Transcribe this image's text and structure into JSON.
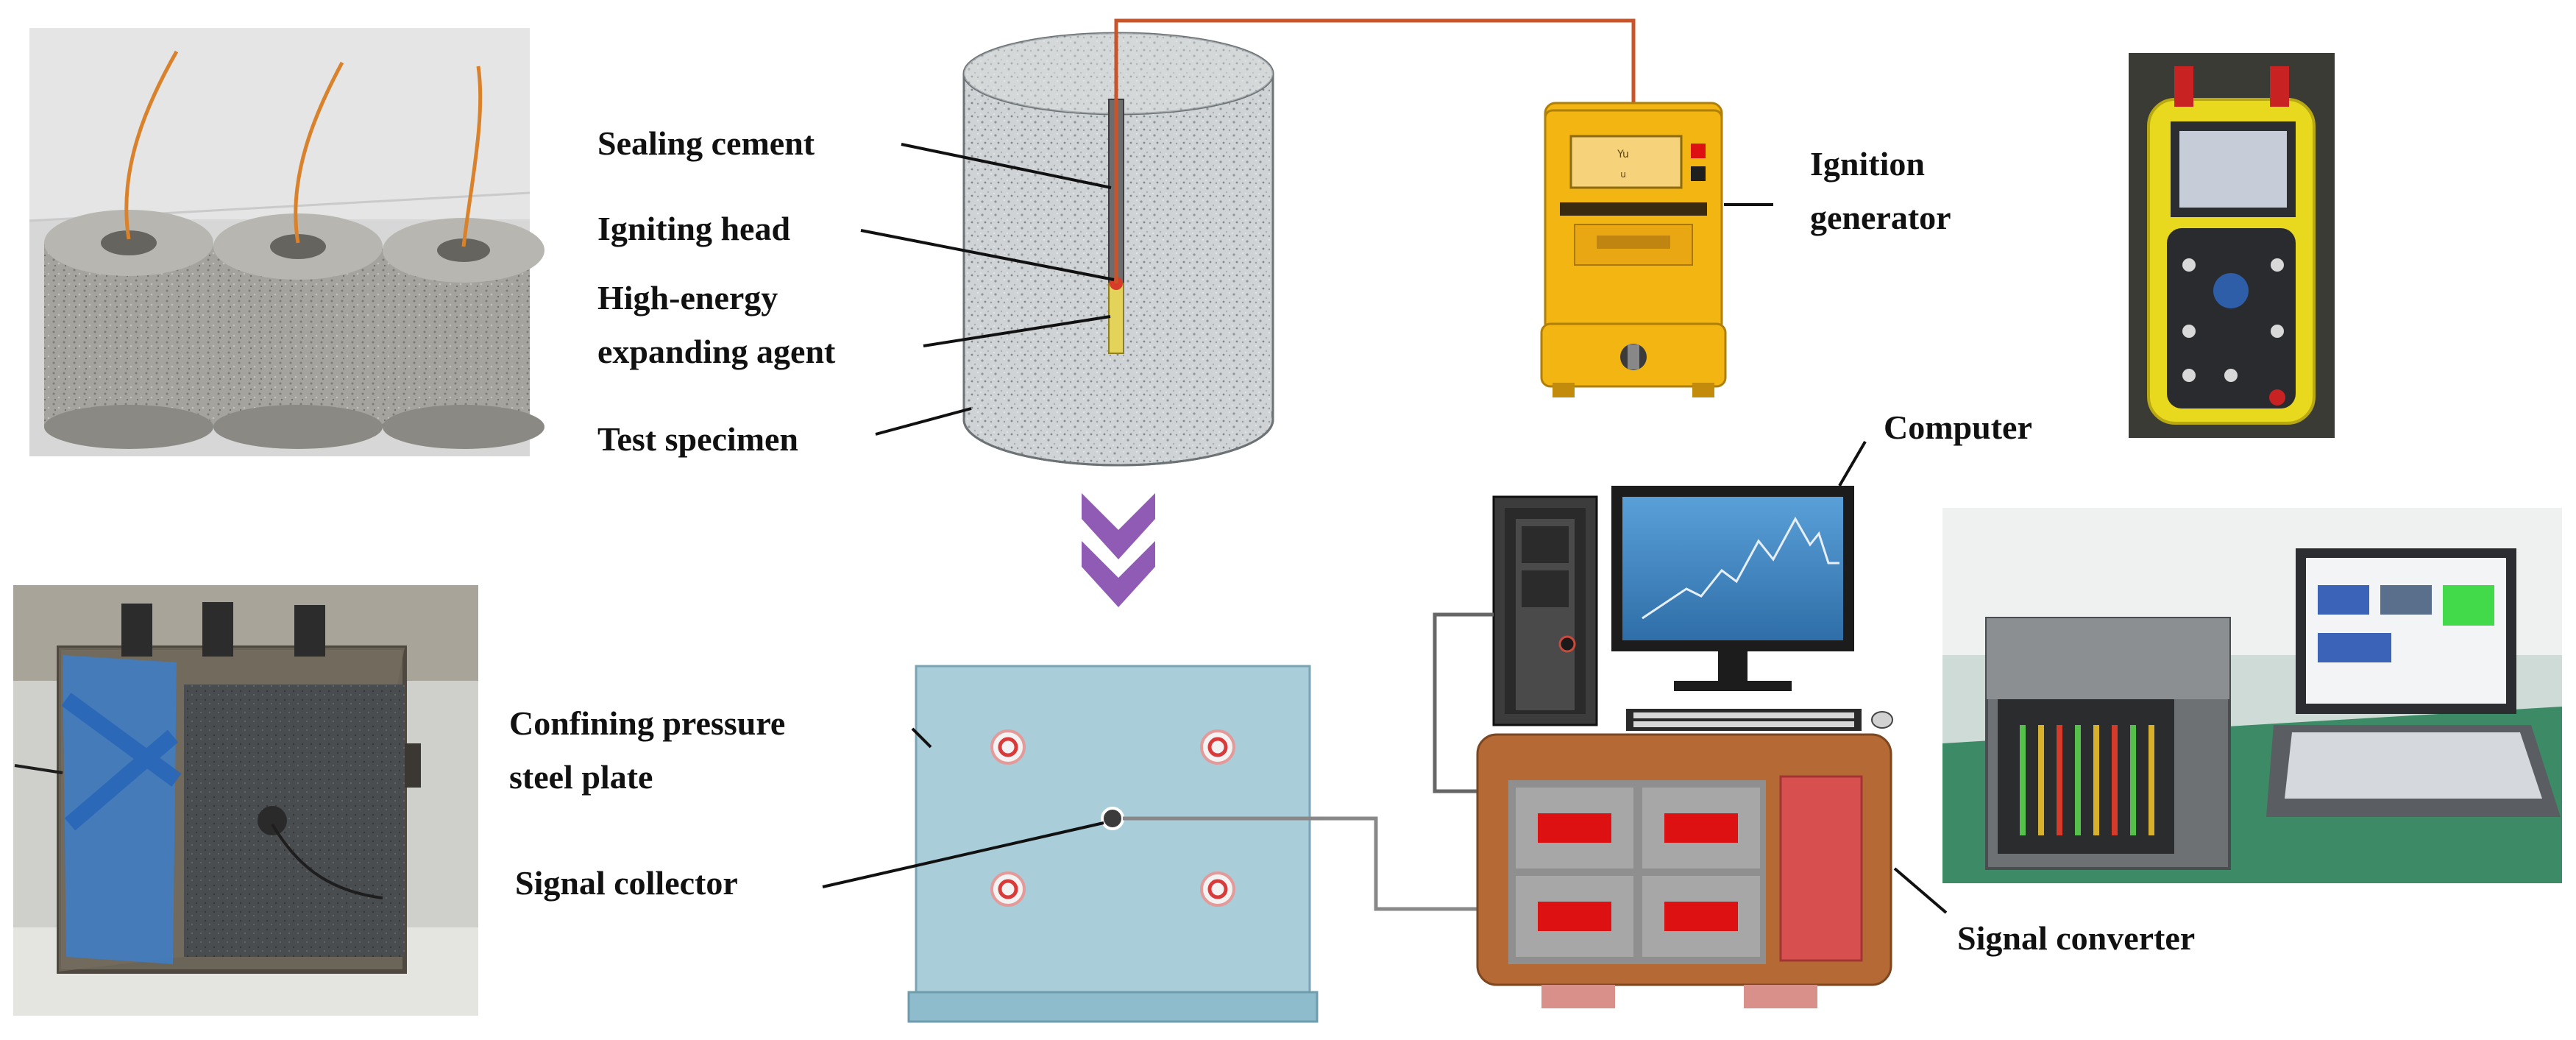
{
  "labels": {
    "sealing_cement": "Sealing cement",
    "igniting_head": "Igniting head",
    "agent_line1": "High-energy",
    "agent_line2": "expanding agent",
    "test_specimen": "Test specimen",
    "ignition_line1": "Ignition",
    "ignition_line2": "generator",
    "computer": "Computer",
    "confining_line1": "Confining pressure",
    "confining_line2": "steel plate",
    "signal_collector": "Signal collector",
    "signal_converter": "Signal converter"
  },
  "colors": {
    "wire": "#c8552a",
    "arrow": "#8f5bb5",
    "steel_plate": "#a9cdd9",
    "generator": "#f2b512",
    "converter": "#b56a35",
    "indicator_red": "#dd1111",
    "monitor_screen": "#3f86c5"
  },
  "icons": {
    "down_arrow": "double-chevron-down-icon",
    "bolt": "bolt-icon"
  }
}
